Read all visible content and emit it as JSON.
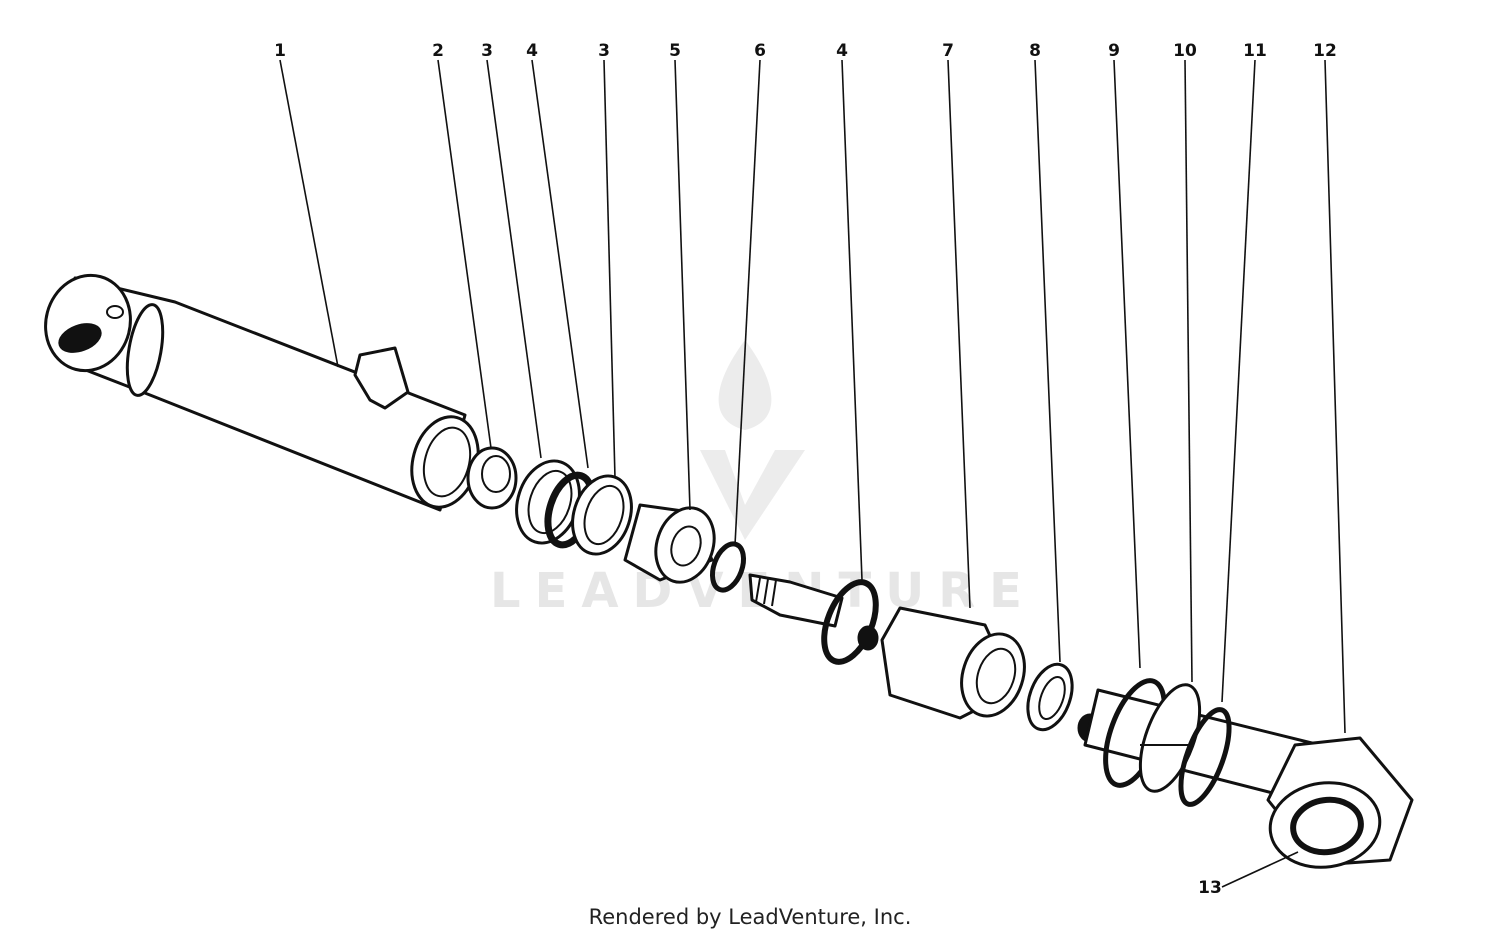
{
  "callouts": [
    "1",
    "2",
    "3",
    "4",
    "3",
    "5",
    "6",
    "4",
    "7",
    "8",
    "9",
    "10",
    "11",
    "12",
    "13"
  ],
  "watermark": "LEADVENTURE",
  "footer": "Rendered by LeadVenture, Inc."
}
